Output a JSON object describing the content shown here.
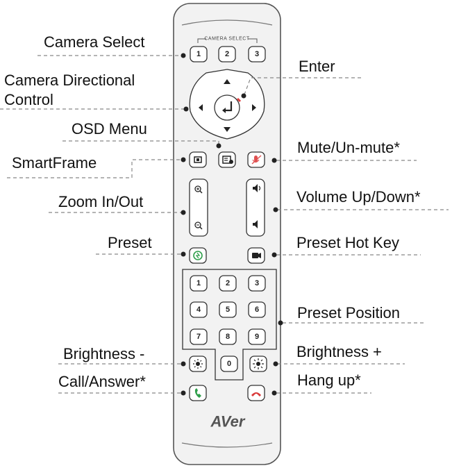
{
  "callouts": {
    "camera_select": "Camera Select",
    "enter": "Enter",
    "camera_directional_line1": "Camera Directional",
    "camera_directional_line2": "Control",
    "osd_menu": "OSD Menu",
    "mute": "Mute/Un-mute*",
    "smartframe": "SmartFrame",
    "zoom": "Zoom In/Out",
    "volume": "Volume Up/Down*",
    "preset": "Preset",
    "preset_hot_key": "Preset Hot Key",
    "preset_position": "Preset Position",
    "brightness_minus": "Brightness -",
    "brightness_plus": "Brightness +",
    "call_answer": "Call/Answer*",
    "hang_up": "Hang up*"
  },
  "remote": {
    "camera_select_label": "CAMERA SELECT",
    "camera_buttons": [
      "1",
      "2",
      "3"
    ],
    "keypad": [
      "1",
      "2",
      "3",
      "4",
      "5",
      "6",
      "7",
      "8",
      "9",
      "0"
    ],
    "brand": "AVer"
  },
  "colors": {
    "mute_icon": "#e05050",
    "preset_icon": "#2e9e4a",
    "call_icon": "#2e9e4a",
    "hangup_icon": "#d93a3a",
    "enter_accent": "#e04040"
  }
}
